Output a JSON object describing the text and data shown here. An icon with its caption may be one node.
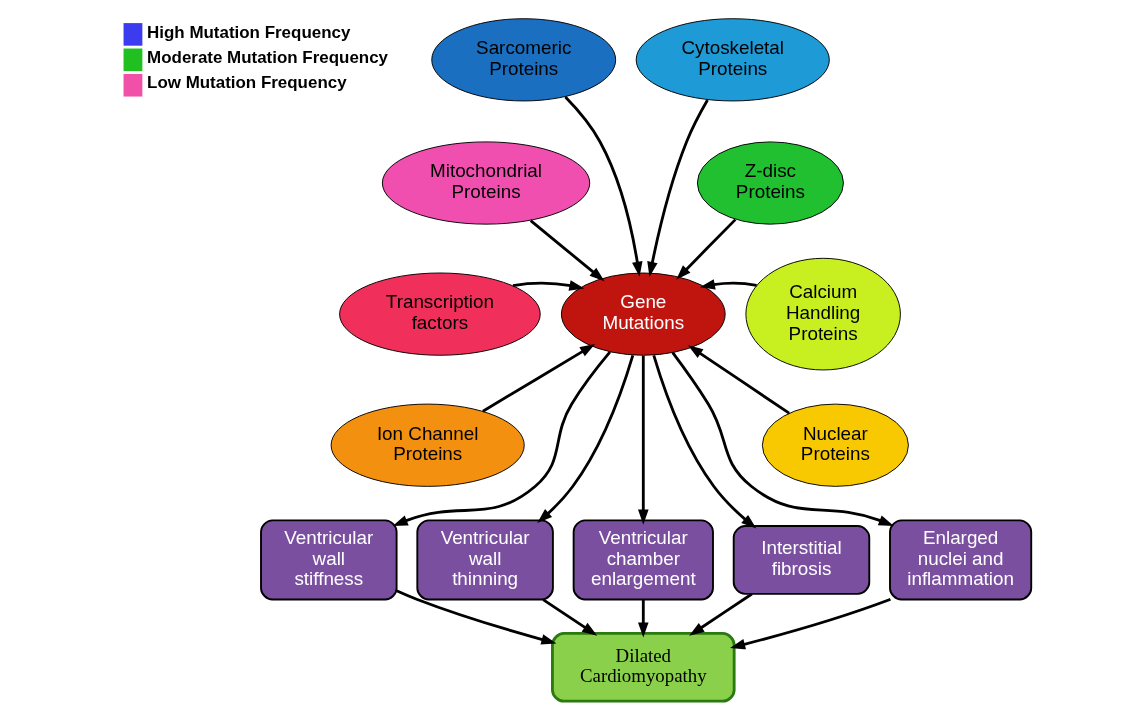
{
  "diagram": {
    "nodes": [
      {
        "text": [
          "Sarcomeric Proteins"
        ]
      },
      {
        "text": [
          "Cytoskeletal Proteins"
        ]
      },
      {
        "text": [
          "Mitochondrial Proteins"
        ]
      },
      {
        "text": [
          "Gene Mutations"
        ]
      },
      {
        "text": [
          "Z-disc Proteins"
        ]
      },
      {
        "text": [
          "Transcription factors"
        ]
      },
      {
        "text": [
          "Calcium Handling Proteins"
        ]
      },
      {
        "text": [
          "Ion Channel Proteins"
        ]
      },
      {
        "text": [
          "Nuclear Proteins"
        ]
      },
      {
        "text": [
          "Ventricular wall stiffness"
        ]
      },
      {
        "text": [
          "Ventricular wall thinning"
        ]
      },
      {
        "text": [
          "Ventricular chamber enlargement"
        ]
      },
      {
        "text": [
          "Interstitial fibrosis"
        ]
      },
      {
        "text": [
          "Enlarged nuclei and inflammation"
        ]
      },
      {
        "text": [
          "Dilated Cardiomyopathy"
        ]
      }
    ],
    "edges": [
      {
        "from": 0,
        "to": 3,
        "arrow": "to"
      },
      {
        "from": 1,
        "to": 3,
        "arrow": "to"
      },
      {
        "from": 2,
        "to": 3,
        "arrow": "to"
      },
      {
        "from": 4,
        "to": 3,
        "arrow": "to"
      },
      {
        "from": 5,
        "to": 3,
        "arrow": "to"
      },
      {
        "from": 6,
        "to": 3,
        "arrow": "to"
      },
      {
        "from": 7,
        "to": 3,
        "arrow": "to"
      },
      {
        "from": 8,
        "to": 3,
        "arrow": "to"
      },
      {
        "from": 3,
        "to": 9,
        "arrow": "to"
      },
      {
        "from": 3,
        "to": 10,
        "arrow": "to"
      },
      {
        "from": 3,
        "to": 11,
        "arrow": "to"
      },
      {
        "from": 3,
        "to": 12,
        "arrow": "to"
      },
      {
        "from": 3,
        "to": 13,
        "arrow": "to"
      },
      {
        "from": 9,
        "to": 14,
        "arrow": "to"
      },
      {
        "from": 10,
        "to": 14,
        "arrow": "to"
      },
      {
        "from": 11,
        "to": 14,
        "arrow": "to"
      },
      {
        "from": 12,
        "to": 14,
        "arrow": "to"
      },
      {
        "from": 13,
        "to": 14,
        "arrow": "to"
      }
    ],
    "legend": [
      {
        "text": "High Mutation Frequency",
        "color": "#3b3bf0"
      },
      {
        "text": "Moderate Mutation Frequency",
        "color": "#1fc01f"
      },
      {
        "text": "Low Mutation Frequency",
        "color": "#f050a8"
      }
    ]
  }
}
